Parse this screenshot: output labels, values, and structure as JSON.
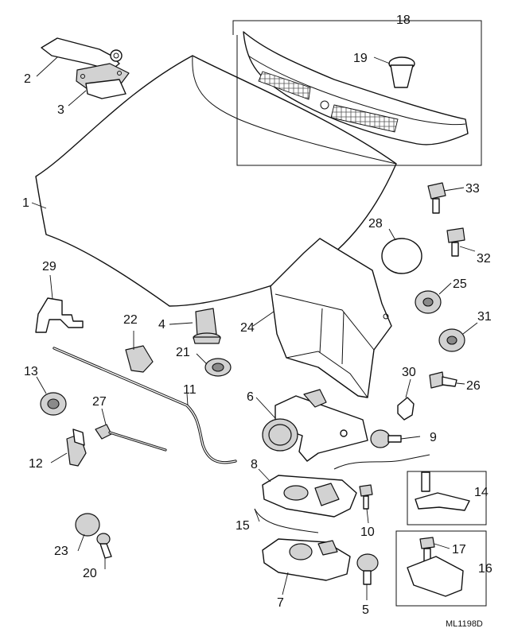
{
  "diagram": {
    "reference": "ML1198D",
    "callouts": [
      "1",
      "2",
      "3",
      "4",
      "5",
      "6",
      "7",
      "8",
      "9",
      "10",
      "11",
      "12",
      "13",
      "14",
      "15",
      "16",
      "17",
      "18",
      "19",
      "20",
      "21",
      "22",
      "23",
      "24",
      "25",
      "26",
      "27",
      "28",
      "29",
      "30",
      "31",
      "32",
      "33"
    ]
  }
}
